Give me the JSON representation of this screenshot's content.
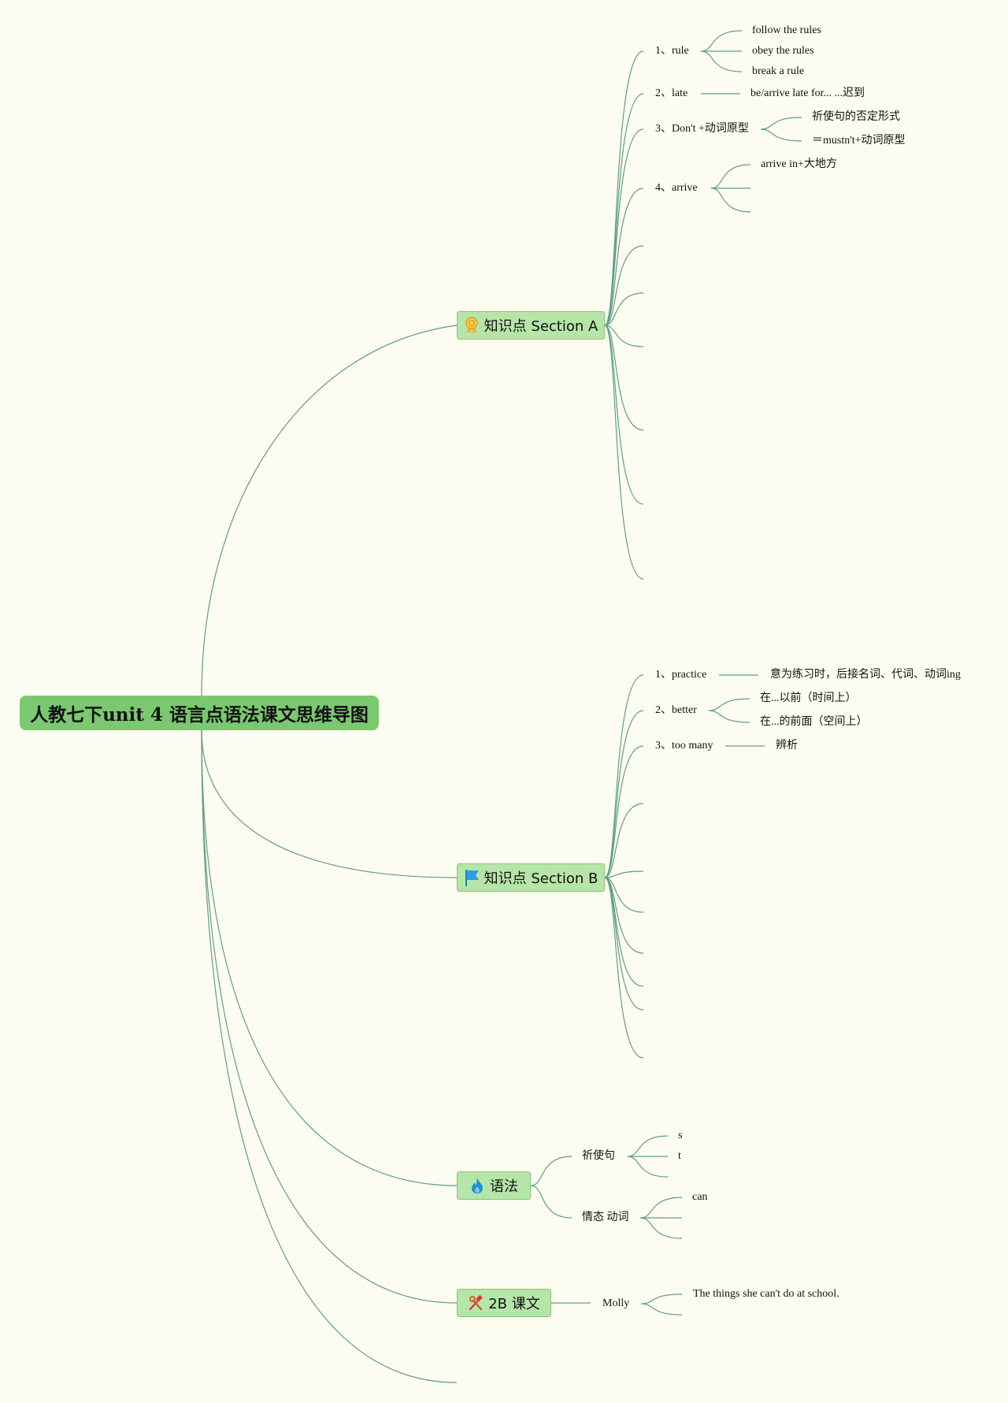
{
  "root": {
    "title": "人教七下unit 4 语言点语法课文思维导图"
  },
  "section_a": {
    "title": "知识点 Section A",
    "icon": "award-ribbon-icon",
    "items": [
      {
        "label": "1、rule",
        "children": [
          "follow the rules",
          "obey the rules",
          "break a rule"
        ]
      },
      {
        "label": "2、late",
        "children": [
          "be/arrive late for... ...迟到"
        ]
      },
      {
        "label": "3、Don't +动词原型",
        "children": [
          "祈使句的否定形式",
          "＝mustn't+动词原型"
        ]
      },
      {
        "label": "4、arrive",
        "children": [
          "arrive in+大地方"
        ]
      }
    ]
  },
  "section_b": {
    "title": "知识点 Section B",
    "icon": "flag-icon",
    "items": [
      {
        "label": "1、practice",
        "children": [
          "意为练习时，后接名词、代词、动词ing"
        ]
      },
      {
        "label": "2、better",
        "children": [
          "在...以前（时间上）",
          "在...的前面（空间上）"
        ]
      },
      {
        "label": "3、too many",
        "children": [
          "辨析"
        ]
      }
    ]
  },
  "grammar": {
    "title": "语法",
    "icon": "fire-icon",
    "items": [
      {
        "label": "祈使句",
        "children": [
          "s",
          "t"
        ]
      },
      {
        "label": "情态 动词",
        "children": [
          "can"
        ]
      }
    ]
  },
  "text_2b": {
    "title": "2B 课文",
    "icon": "tools-icon",
    "items": [
      {
        "label": "Molly",
        "children": [
          "The things she can't do at school."
        ]
      }
    ]
  },
  "colors": {
    "background": "#fdfcf0",
    "root_fill": "#7ac86f",
    "branch_fill": "#b6e5a8",
    "line": "#5f9e8a"
  }
}
